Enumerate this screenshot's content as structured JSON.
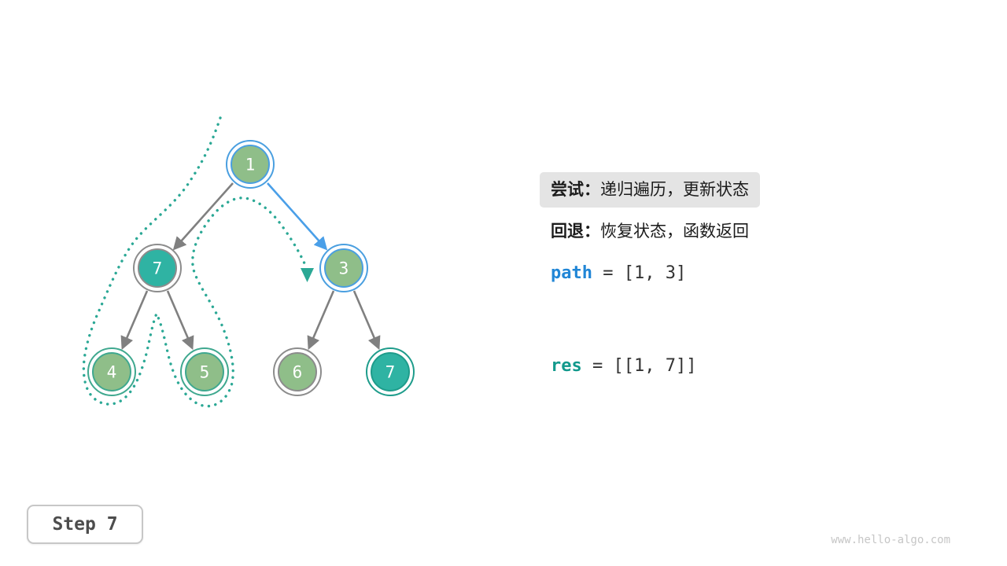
{
  "colors": {
    "node_green": "#8fbe89",
    "node_teal": "#2fb3a3",
    "ring_blue": "#4a9fe0",
    "ring_gray": "#8c8c8c",
    "ring_green": "#3fa88f",
    "ring_teal": "#1e9c8b",
    "edge_gray": "#808080",
    "edge_blue": "#4a9fe8",
    "trace_teal": "#2ba895",
    "kw_blue": "#2186d6",
    "kw_teal": "#12998c"
  },
  "tree": {
    "nodes": [
      {
        "value": "1",
        "fill": "green",
        "ring": "blue",
        "state": "on-path"
      },
      {
        "value": "7",
        "fill": "teal",
        "ring": "gray",
        "state": "visited-returned"
      },
      {
        "value": "3",
        "fill": "green",
        "ring": "blue",
        "state": "current"
      },
      {
        "value": "4",
        "fill": "green",
        "ring": "green",
        "state": "visited-returned"
      },
      {
        "value": "5",
        "fill": "green",
        "ring": "green",
        "state": "visited-returned"
      },
      {
        "value": "6",
        "fill": "green",
        "ring": "gray",
        "state": "unvisited"
      },
      {
        "value": "7",
        "fill": "teal",
        "ring": "teal",
        "state": "unvisited"
      }
    ],
    "edges": [
      {
        "from": "1",
        "to": "7",
        "style": "gray"
      },
      {
        "from": "1",
        "to": "3",
        "style": "blue-current"
      },
      {
        "from": "7",
        "to": "4",
        "style": "gray"
      },
      {
        "from": "7",
        "to": "5",
        "style": "gray"
      },
      {
        "from": "3",
        "to": "6",
        "style": "gray"
      },
      {
        "from": "3",
        "to": "7",
        "style": "gray"
      }
    ]
  },
  "panel": {
    "try_label": "尝试：",
    "try_text": "递归遍历，更新状态",
    "back_label": "回退：",
    "back_text": "恢复状态，函数返回",
    "path_name": "path",
    "path_value": "= [1, 3]",
    "res_name": "res",
    "res_value": "= [[1, 7]]"
  },
  "footer": {
    "step_label": "Step 7",
    "watermark": "www.hello-algo.com"
  }
}
